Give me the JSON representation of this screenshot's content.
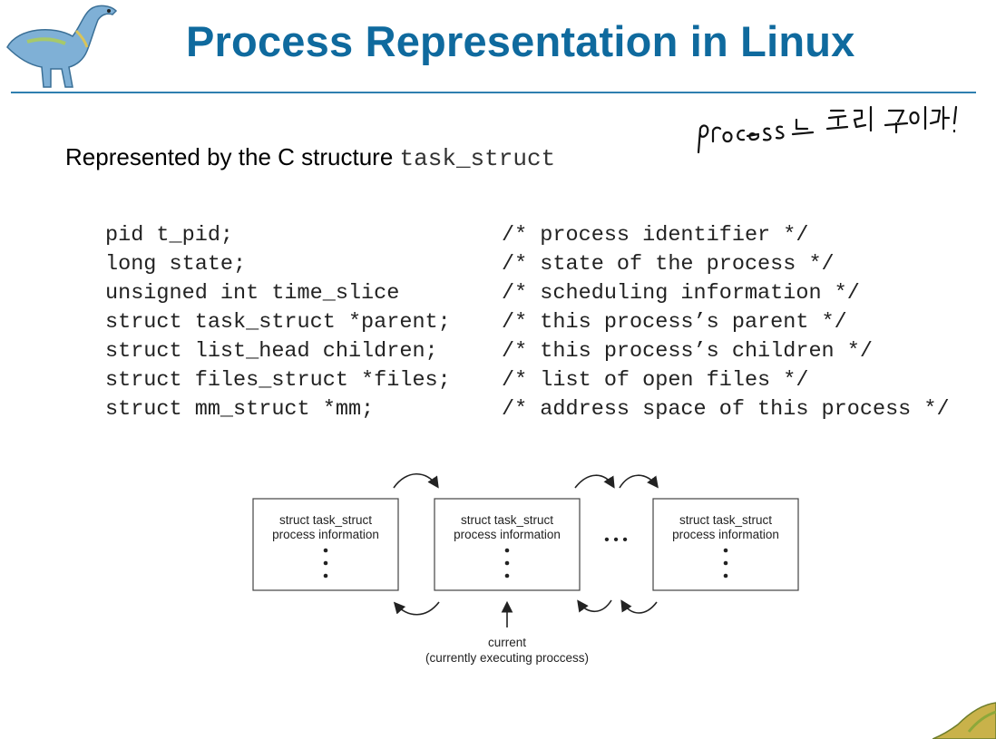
{
  "header": {
    "title": "Process Representation in Linux"
  },
  "handwritten_note": "process는 트리 구조이다!",
  "intro": {
    "text": "Represented by the C structure ",
    "code_term": "task_struct"
  },
  "code_lines": [
    {
      "decl": "pid t_pid;",
      "comment": "/* process identifier */"
    },
    {
      "decl": "long state;",
      "comment": "/* state of the process */"
    },
    {
      "decl": "unsigned int time_slice",
      "comment": "/* scheduling information */"
    },
    {
      "decl": "struct task_struct *parent;",
      "comment": "/* this process’s parent */"
    },
    {
      "decl": "struct list_head children;",
      "comment": "/* this process’s children */"
    },
    {
      "decl": "struct files_struct *files;",
      "comment": "/* list of open files */"
    },
    {
      "decl": "struct mm_struct *mm;",
      "comment": "/* address space of this process */"
    }
  ],
  "diagram": {
    "boxes": [
      {
        "line1": "struct task_struct",
        "line2": "process information"
      },
      {
        "line1": "struct task_struct",
        "line2": "process information"
      },
      {
        "line1": "struct task_struct",
        "line2": "process information"
      }
    ],
    "ellipsis": "• • •",
    "pointer_label": "current",
    "pointer_sublabel": "(currently executing proccess)"
  }
}
